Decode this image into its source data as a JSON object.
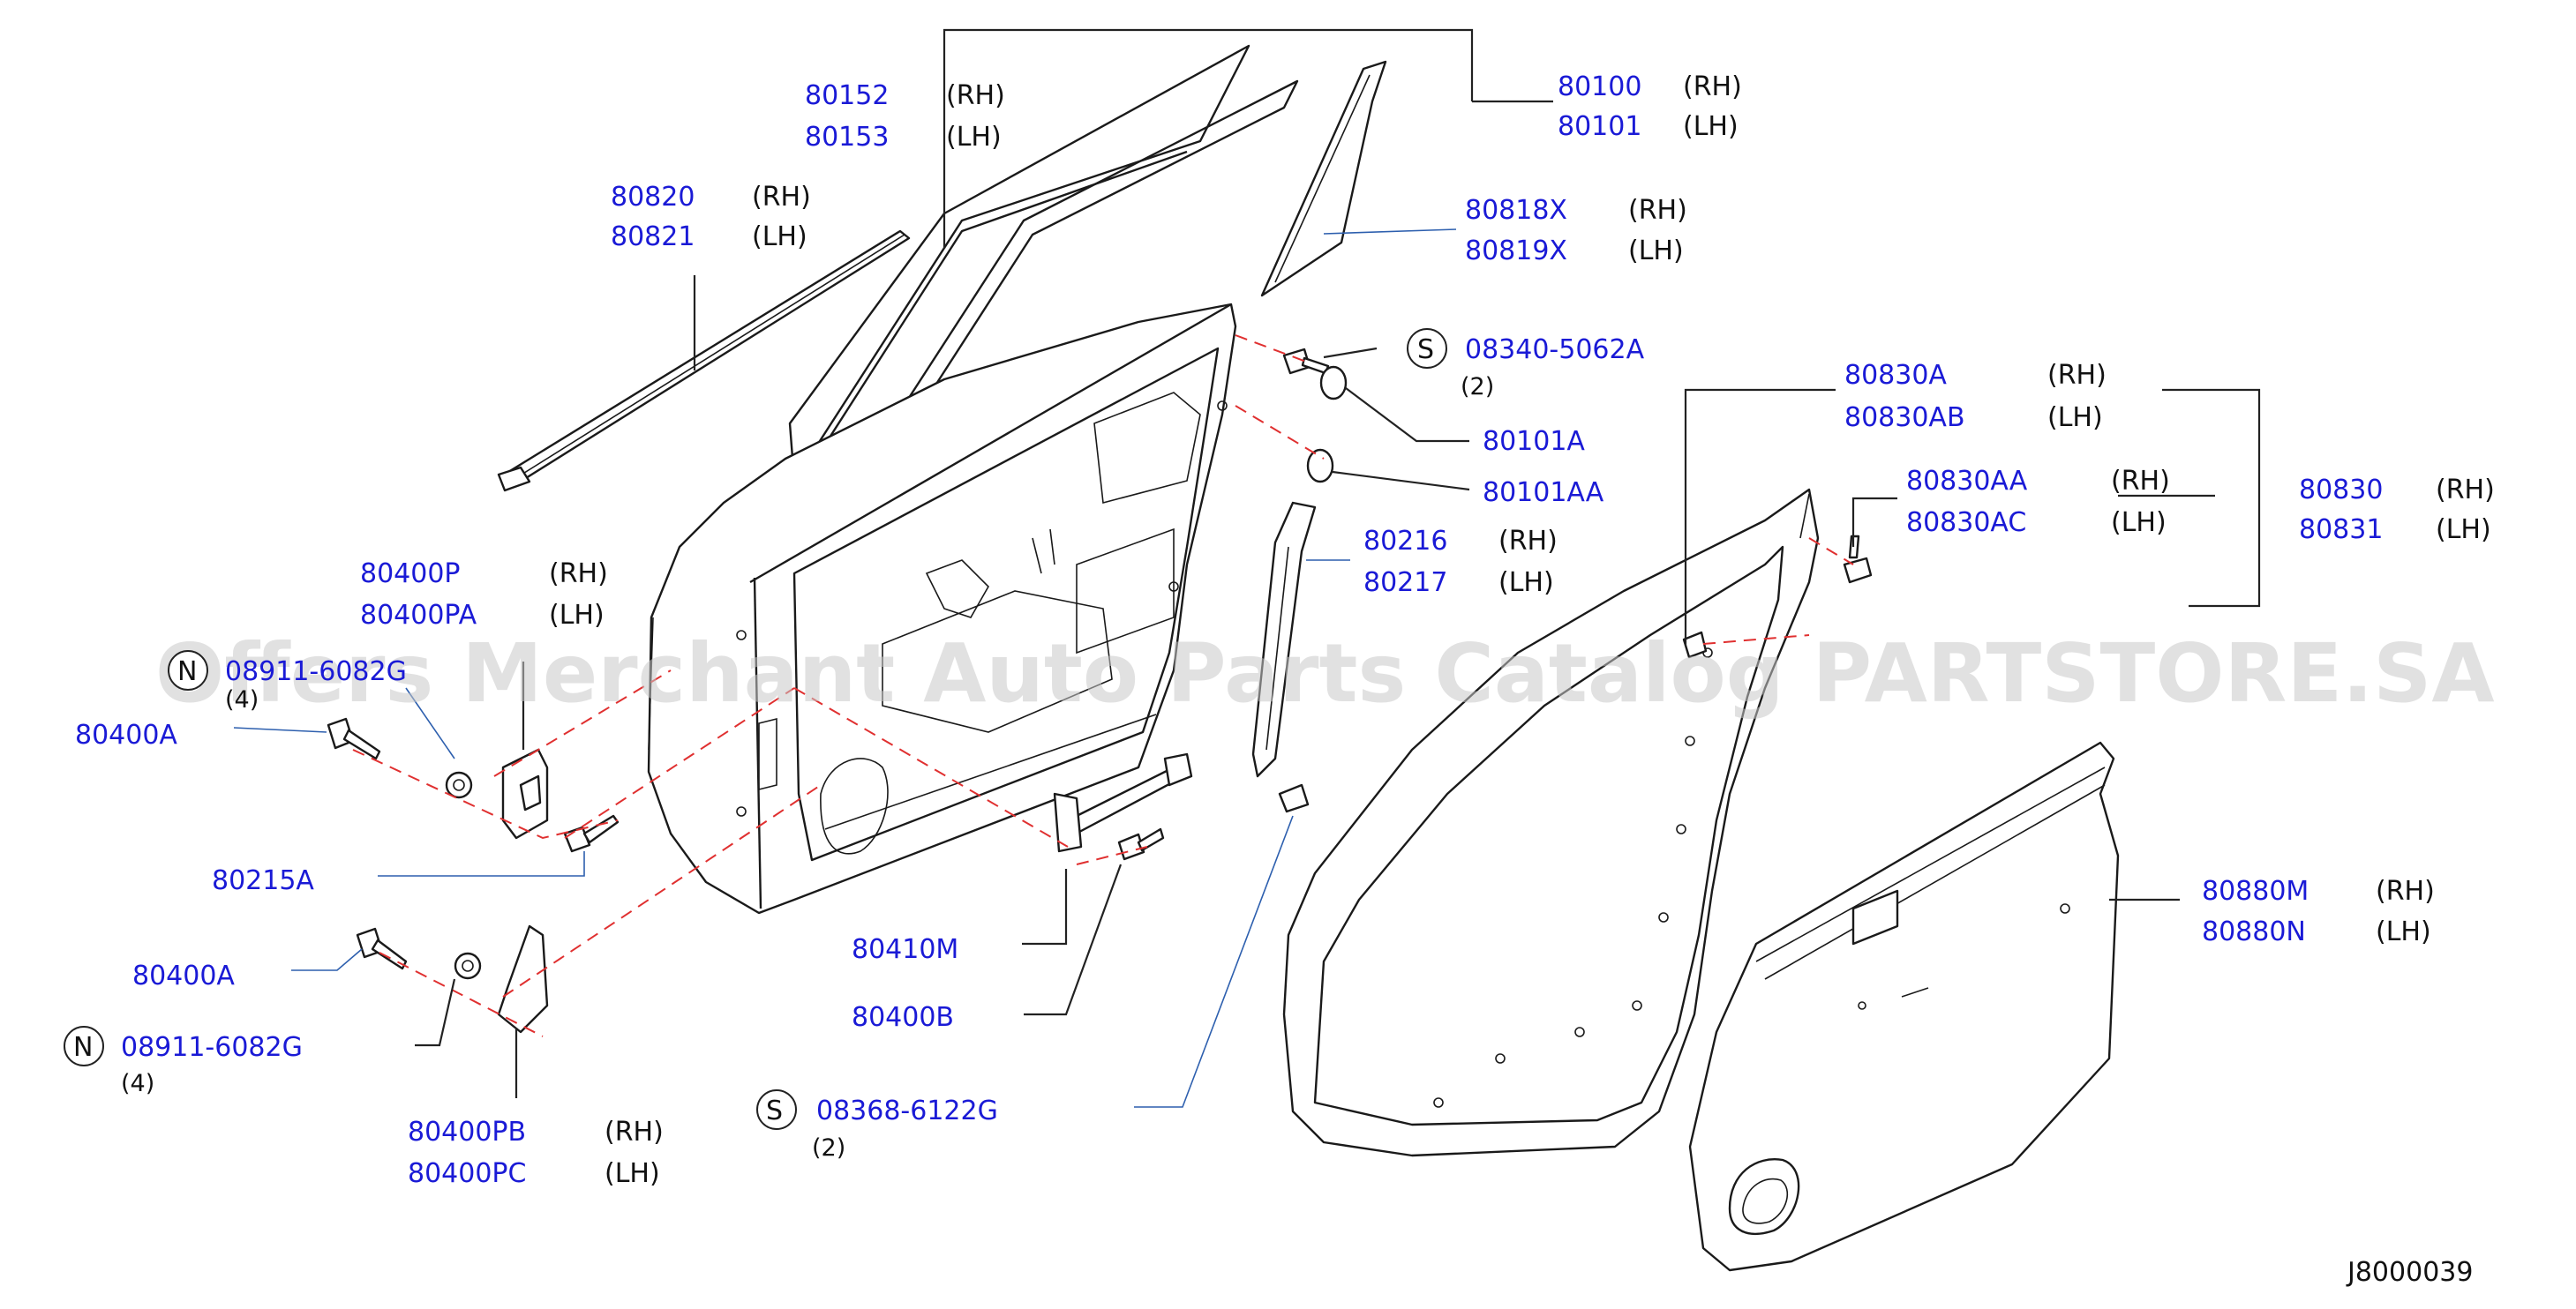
{
  "watermark": "Offers Merchant Auto Parts Catalog PARTSTORE.SA",
  "figure_id": "J8000039",
  "callouts": {
    "c80152": {
      "part": "80152",
      "side": "(RH)"
    },
    "c80153": {
      "part": "80153",
      "side": "(LH)"
    },
    "c80100": {
      "part": "80100",
      "side": "(RH)"
    },
    "c80101": {
      "part": "80101",
      "side": "(LH)"
    },
    "c80820": {
      "part": "80820",
      "side": "(RH)"
    },
    "c80821": {
      "part": "80821",
      "side": "(LH)"
    },
    "c80818X": {
      "part": "80818X",
      "side": "(RH)"
    },
    "c80819X": {
      "part": "80819X",
      "side": "(LH)"
    },
    "c08340": {
      "symbol": "S",
      "part": "08340-5062A",
      "qty": "(2)"
    },
    "c80101A": {
      "part": "80101A"
    },
    "c80101AA": {
      "part": "80101AA"
    },
    "c80830A": {
      "part": "80830A",
      "side": "(RH)"
    },
    "c80830AB": {
      "part": "80830AB",
      "side": "(LH)"
    },
    "c80830AA": {
      "part": "80830AA",
      "side": "(RH)"
    },
    "c80830AC": {
      "part": "80830AC",
      "side": "(LH)"
    },
    "c80830": {
      "part": "80830",
      "side": "(RH)"
    },
    "c80831": {
      "part": "80831",
      "side": "(LH)"
    },
    "c80216": {
      "part": "80216",
      "side": "(RH)"
    },
    "c80217": {
      "part": "80217",
      "side": "(LH)"
    },
    "c80400P": {
      "part": "80400P",
      "side": "(RH)"
    },
    "c80400PA": {
      "part": "80400PA",
      "side": "(LH)"
    },
    "c08911a": {
      "symbol": "N",
      "part": "08911-6082G",
      "qty": "(4)"
    },
    "c80400A_1": {
      "part": "80400A"
    },
    "c80215A": {
      "part": "80215A"
    },
    "c80410M": {
      "part": "80410M"
    },
    "c80400B": {
      "part": "80400B"
    },
    "c80880M": {
      "part": "80880M",
      "side": "(RH)"
    },
    "c80880N": {
      "part": "80880N",
      "side": "(LH)"
    },
    "c80400A_2": {
      "part": "80400A"
    },
    "c08911b": {
      "symbol": "N",
      "part": "08911-6082G",
      "qty": "(4)"
    },
    "c08368": {
      "symbol": "S",
      "part": "08368-6122G",
      "qty": "(2)"
    },
    "c80400PB": {
      "part": "80400PB",
      "side": "(RH)"
    },
    "c80400PC": {
      "part": "80400PC",
      "side": "(LH)"
    }
  },
  "colors": {
    "part_number": "#1a1ad6",
    "leader": "#222222",
    "blue_leader": "#2d5fae",
    "dash": "#e03030"
  }
}
